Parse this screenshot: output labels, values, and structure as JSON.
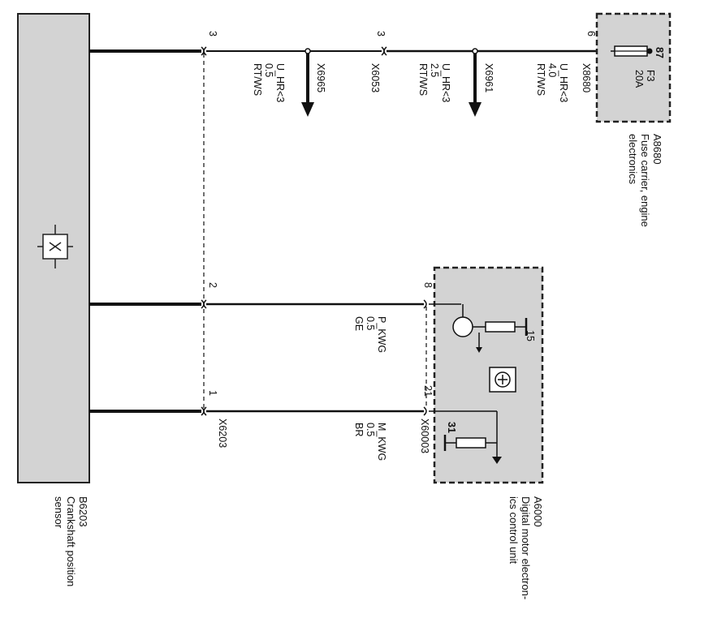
{
  "components": {
    "sensor": {
      "code": "B6203",
      "name_line1": "Crankshaft position",
      "name_line2": "sensor"
    },
    "ecu": {
      "code": "A6000",
      "name_line1": "Digital motor electron-",
      "name_line2": "ics control unit"
    },
    "fuse_carrier": {
      "code": "A8680",
      "name_line1": "Fuse carrier, engine",
      "name_line2": "electronics"
    }
  },
  "fuse": {
    "terminal": "87",
    "name": "F3",
    "rating": "20A"
  },
  "connectors": {
    "sensor_plug": "X6203",
    "ecu_plug": "X60003",
    "fuse_plug": "X8680",
    "splice1": "X6965",
    "splice2": "X6053",
    "splice3": "X6961"
  },
  "pins": {
    "sensor_supply": "3",
    "sensor_signal": "2",
    "sensor_ground": "1",
    "splice2_pin": "3",
    "fuse_pin": "6",
    "ecu_signal": "8",
    "ecu_ground": "21",
    "ecu_term15": "15",
    "ecu_term31": "31"
  },
  "wires": [
    {
      "signal": "U_HR<3",
      "size": "0.5",
      "color": "RT/WS"
    },
    {
      "signal": "U_HR<3",
      "size": "2.5",
      "color": "RT/WS"
    },
    {
      "signal": "U_HR<3",
      "size": "4.0",
      "color": "RT/WS"
    },
    {
      "signal": "P_KWG",
      "size": "0.5",
      "color": "GE"
    },
    {
      "signal": "M_KWG",
      "size": "0.5",
      "color": "BR"
    }
  ]
}
